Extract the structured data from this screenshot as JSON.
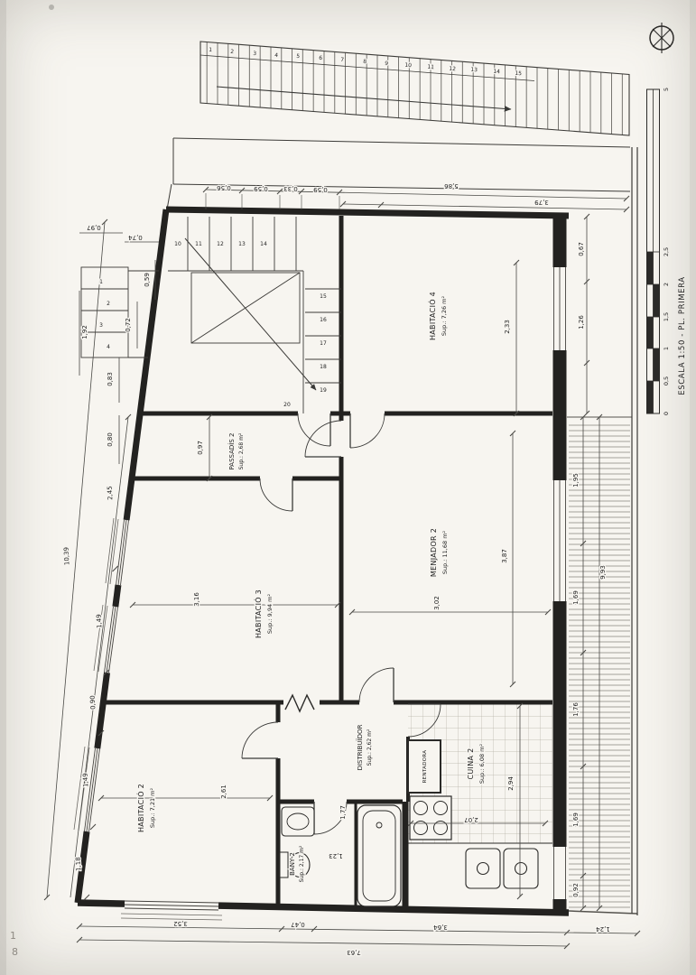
{
  "sheet": {
    "scale_title": "ESCALA 1:50  -  PL. PRIMERA",
    "margin_note_1": "1",
    "margin_note_2": "8"
  },
  "rooms": {
    "habitacio4": {
      "name": "HABITACIÓ 4",
      "sup": "Sup.: 7,26 m²"
    },
    "passadis2": {
      "name": "PASSADÍS 2",
      "sup": "Sup.: 2,68 m²"
    },
    "menjador2": {
      "name": "MENJADOR 2",
      "sup": "Sup.: 11,68 m²"
    },
    "habitacio3": {
      "name": "HABITACIÓ 3",
      "sup": "Sup.: 9,94 m²"
    },
    "habitacio2": {
      "name": "HABITACIÓ 2",
      "sup": "Sup.: 7,21 m²"
    },
    "distribuidor": {
      "name": "DISTRIBUÏDOR",
      "sup": "Sup.: 2,62 m²"
    },
    "cuina2": {
      "name": "CUINA 2",
      "sup": "Sup.: 6,08 m²"
    },
    "bany2": {
      "name": "BANY 2",
      "sup": "Sup.: 2,17 m²"
    },
    "rentadora": {
      "name": "RENTADORA"
    }
  },
  "dimensions": {
    "top": [
      "0,56",
      "0,59",
      "0,33",
      "0,59",
      "5,86",
      "3,79"
    ],
    "bottom": [
      "3,52",
      "0,47",
      "3,64",
      "1,24",
      "7,63"
    ],
    "left": [
      "0,97",
      "0,74",
      "0,59",
      "1,92",
      "0,72",
      "0,83",
      "0,80",
      "2,45",
      "10,39",
      "1,49",
      "0,90",
      "1,49",
      "1,18"
    ],
    "right": [
      "0,67",
      "2,33",
      "1,26",
      "1,95",
      "1,69",
      "9,93",
      "1,76",
      "1,69",
      "0,92"
    ],
    "interior": [
      "0,97",
      "3,16",
      "2,61",
      "3,87",
      "3,02",
      "2,94",
      "2,07",
      "1,77",
      "1,23"
    ]
  },
  "stairs": {
    "exterior_steps": [
      "1",
      "2",
      "3",
      "4",
      "5",
      "6",
      "7",
      "8",
      "9",
      "10",
      "11",
      "12",
      "13",
      "14",
      "15"
    ],
    "interior_steps": [
      "10",
      "11",
      "12",
      "13",
      "14",
      "15",
      "16",
      "17",
      "18",
      "19",
      "20"
    ],
    "side_steps": [
      "1",
      "2",
      "3",
      "4"
    ]
  },
  "scale_bar": {
    "ticks": [
      "0",
      "0,5",
      "1",
      "1,5",
      "2",
      "2,5",
      "5"
    ]
  }
}
